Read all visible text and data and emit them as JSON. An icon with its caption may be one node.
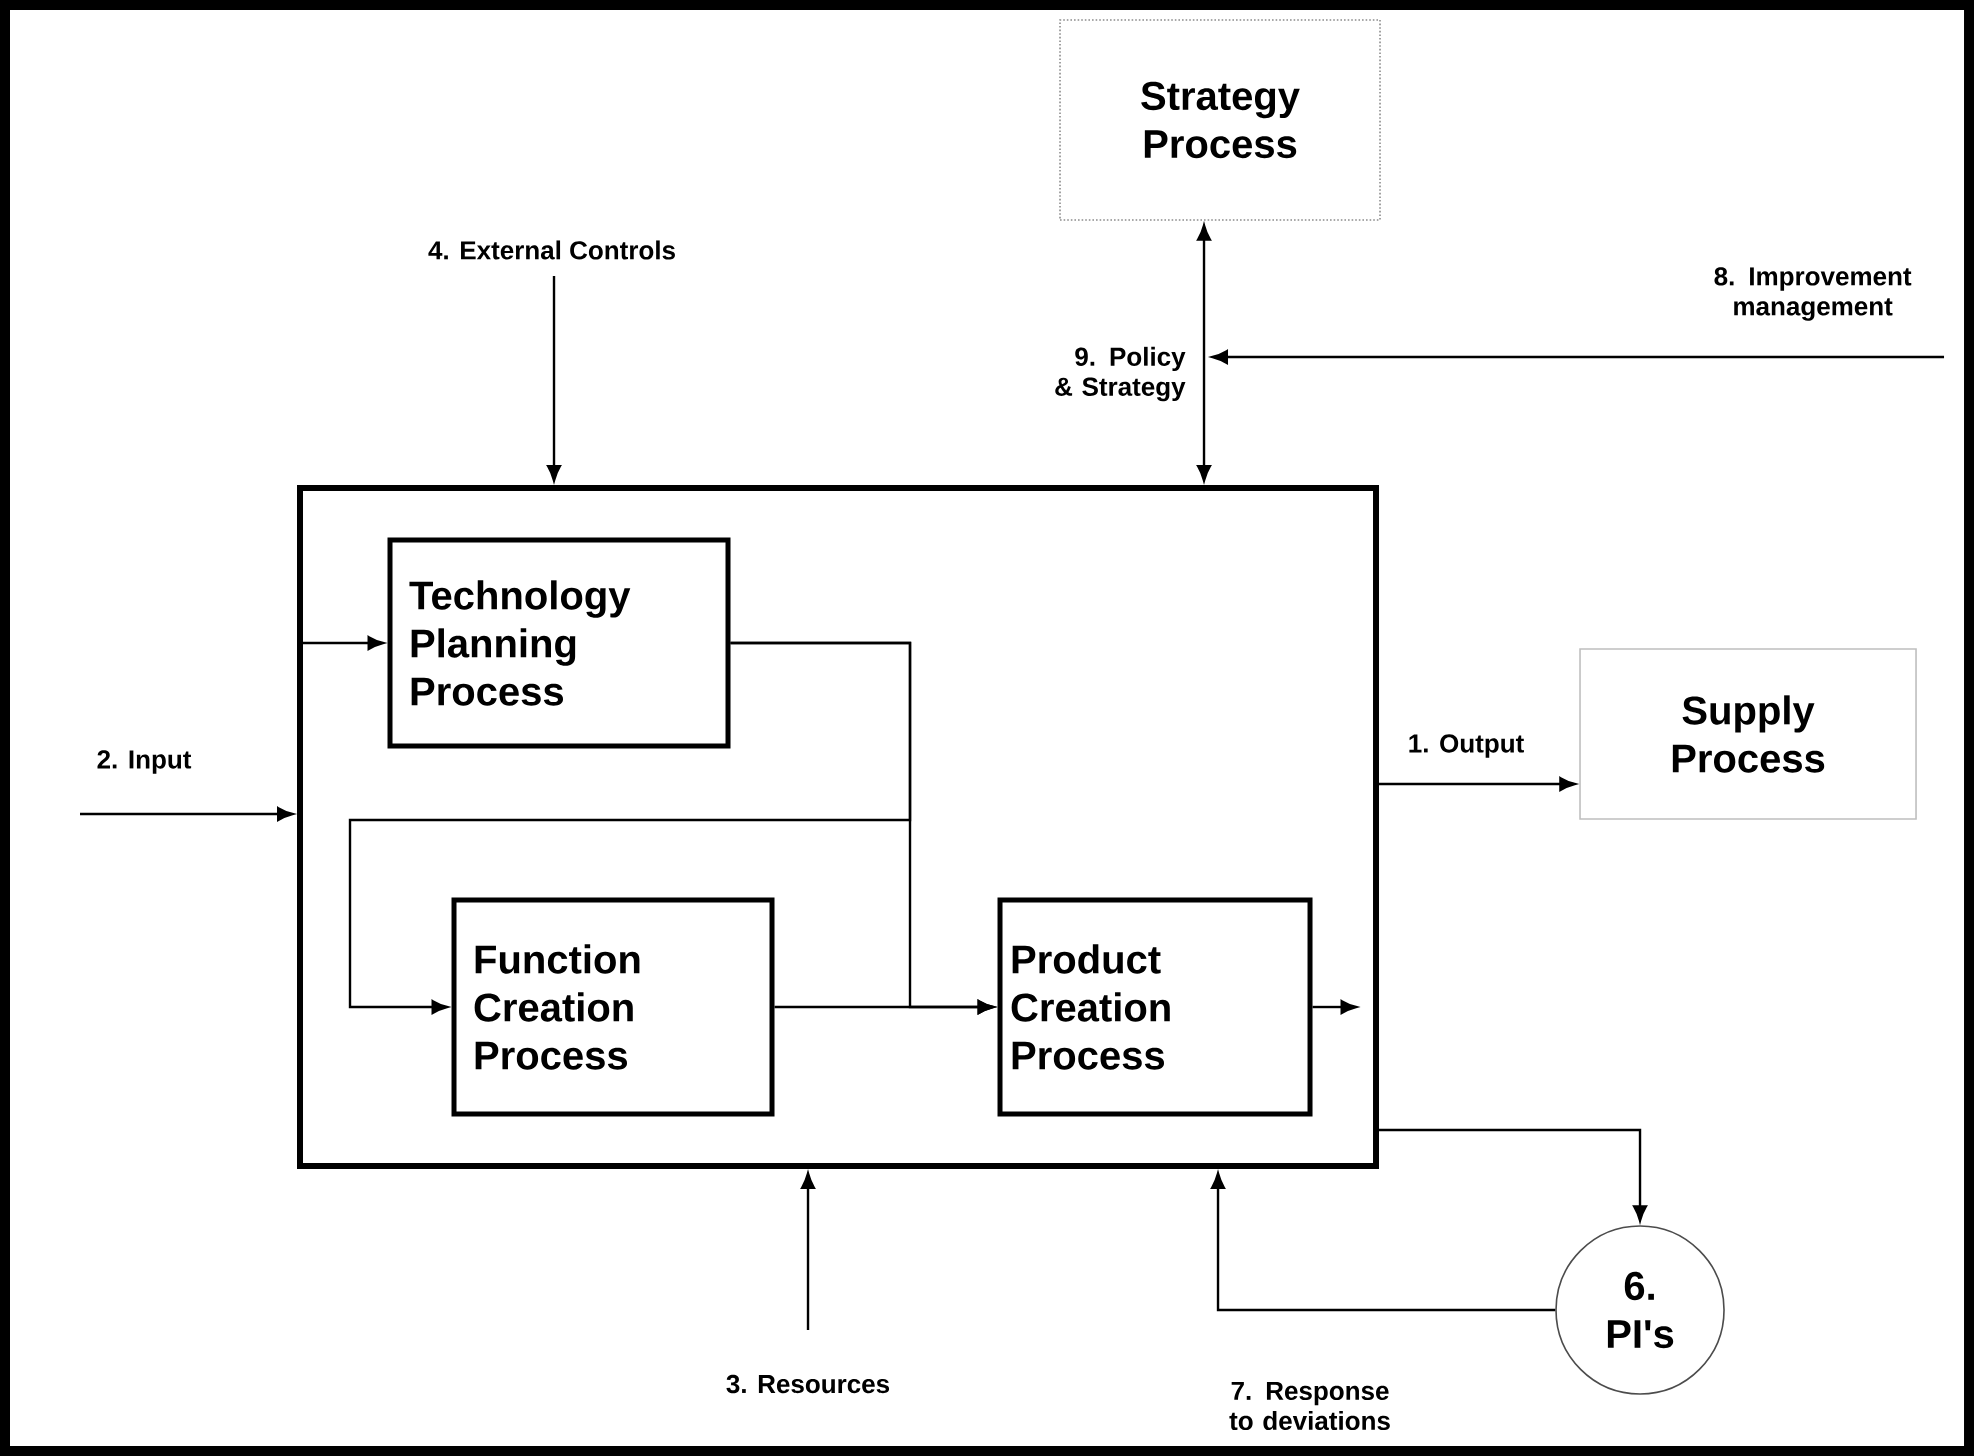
{
  "diagram": {
    "nodes": [
      {
        "text": [],
        "shape": "box"
      },
      {
        "text": [
          "Technology Planning Process"
        ],
        "in": 0
      },
      {
        "text": [
          "Function Creation Process"
        ],
        "in": 0
      },
      {
        "text": [
          "Product Creation Process"
        ],
        "in": 0
      },
      {
        "text": [
          "Strategy Process"
        ]
      },
      {
        "text": [
          "Supply Process"
        ]
      },
      {
        "text": [
          "6. PI's"
        ]
      }
    ],
    "edges": [
      {
        "from": null,
        "to": 0,
        "arrow": "to",
        "label": "2. Input"
      },
      {
        "from": null,
        "to": 0,
        "arrow": "to",
        "label": "4. External Controls"
      },
      {
        "from": null,
        "to": 0,
        "arrow": "to",
        "label": "3. Resources"
      },
      {
        "from": 4,
        "to": 0,
        "arrow": "both",
        "label": "9. Policy & Strategy"
      },
      {
        "from": null,
        "to": 0,
        "arrow": "to",
        "label": "8. Improvement management"
      },
      {
        "from": 0,
        "to": 1,
        "arrow": "to"
      },
      {
        "from": 1,
        "to": 2,
        "arrow": "to"
      },
      {
        "from": 1,
        "to": 3,
        "arrow": "to"
      },
      {
        "from": 2,
        "to": 3,
        "arrow": "to"
      },
      {
        "from": 3,
        "to": null,
        "arrow": "to"
      },
      {
        "from": 0,
        "to": 5,
        "arrow": "to",
        "label": "1. Output"
      },
      {
        "from": 0,
        "to": 6,
        "arrow": "to"
      },
      {
        "from": 6,
        "to": 0,
        "arrow": "to",
        "label": "7. Response to deviations"
      }
    ]
  }
}
